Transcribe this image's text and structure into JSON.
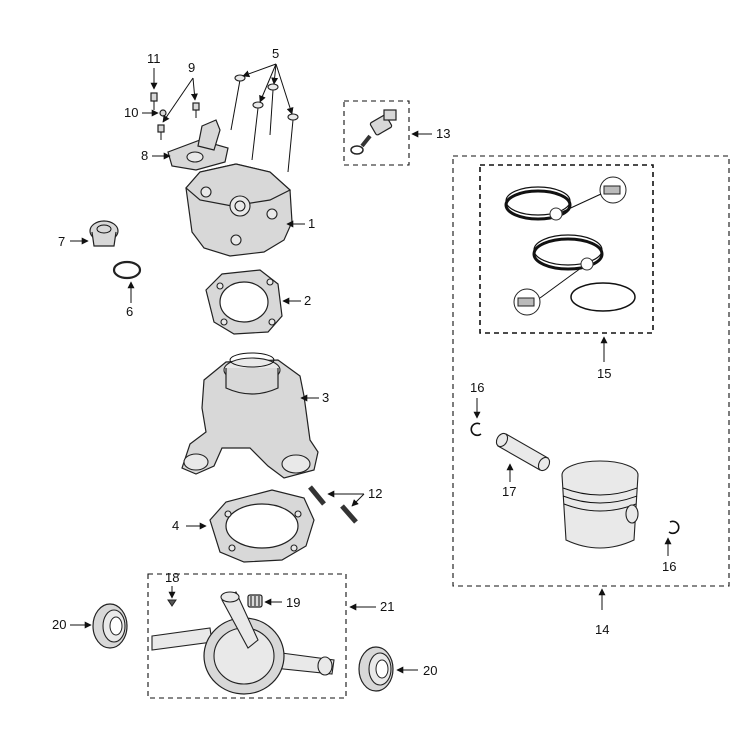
{
  "diagram": {
    "labels": {
      "p1": "1",
      "p2": "2",
      "p3": "3",
      "p4": "4",
      "p5": "5",
      "p6": "6",
      "p7": "7",
      "p8": "8",
      "p9": "9",
      "p10": "10",
      "p11": "11",
      "p12": "12",
      "p13": "13",
      "p14": "14",
      "p15": "15",
      "p16a": "16",
      "p16b": "16",
      "p17": "17",
      "p18": "18",
      "p19": "19",
      "p20a": "20",
      "p20b": "20",
      "p21": "21"
    }
  }
}
